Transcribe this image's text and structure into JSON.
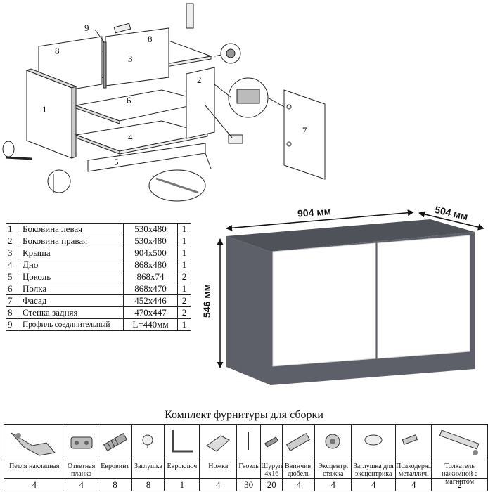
{
  "assembly_labels": [
    "1",
    "2",
    "3",
    "4",
    "5",
    "6",
    "7",
    "8",
    "8",
    "9"
  ],
  "dimensions": {
    "width": "904 мм",
    "depth": "504 мм",
    "height": "546 мм"
  },
  "parts": [
    {
      "num": "1",
      "name": "Боковина левая",
      "size": "530x480",
      "qty": "1"
    },
    {
      "num": "2",
      "name": "Боковина правая",
      "size": "530x480",
      "qty": "1"
    },
    {
      "num": "3",
      "name": "Крыша",
      "size": "904x500",
      "qty": "1"
    },
    {
      "num": "4",
      "name": "Дно",
      "size": "868x480",
      "qty": "1"
    },
    {
      "num": "5",
      "name": "Цоколь",
      "size": "868x74",
      "qty": "2"
    },
    {
      "num": "6",
      "name": "Полка",
      "size": "868x470",
      "qty": "1"
    },
    {
      "num": "7",
      "name": "Фасад",
      "size": "452x446",
      "qty": "2"
    },
    {
      "num": "8",
      "name": "Стенка задняя",
      "size": "470x447",
      "qty": "2"
    },
    {
      "num": "9",
      "name": "Профиль соединительный",
      "size": "L=440мм",
      "qty": "1"
    }
  ],
  "hardware_title": "Комплект фурнитуры для сборки",
  "hardware": [
    {
      "icon": "hinge-icon",
      "label": "Петля накладная",
      "qty": "4"
    },
    {
      "icon": "mounting-plate-icon",
      "label": "Ответная планка",
      "qty": "4"
    },
    {
      "icon": "euro-screw-icon",
      "label": "Евровинт",
      "qty": "8"
    },
    {
      "icon": "cap-icon",
      "label": "Заглушка",
      "qty": "8"
    },
    {
      "icon": "hex-key-icon",
      "label": "Евроключ",
      "qty": "1"
    },
    {
      "icon": "leg-icon",
      "label": "Ножка",
      "qty": "4"
    },
    {
      "icon": "nail-icon",
      "label": "Гвоздь",
      "qty": "30"
    },
    {
      "icon": "screw-icon",
      "label": "Шуруп 4x16",
      "qty": "20"
    },
    {
      "icon": "dowel-icon",
      "label": "Ввинчив. дюбель",
      "qty": "4"
    },
    {
      "icon": "cam-lock-icon",
      "label": "Эксцентр. стяжка",
      "qty": "4"
    },
    {
      "icon": "cam-cap-icon",
      "label": "Заглушка для эксцентрика",
      "qty": "4"
    },
    {
      "icon": "shelf-pin-icon",
      "label": "Полкодерж. металлич.",
      "qty": "4"
    },
    {
      "icon": "push-latch-icon",
      "label": "Толкатель нажимной с магнитом",
      "qty": "2"
    }
  ],
  "colors": {
    "carcass": "#5d6068",
    "top": "#4f5259",
    "facade": "#ffffff"
  }
}
